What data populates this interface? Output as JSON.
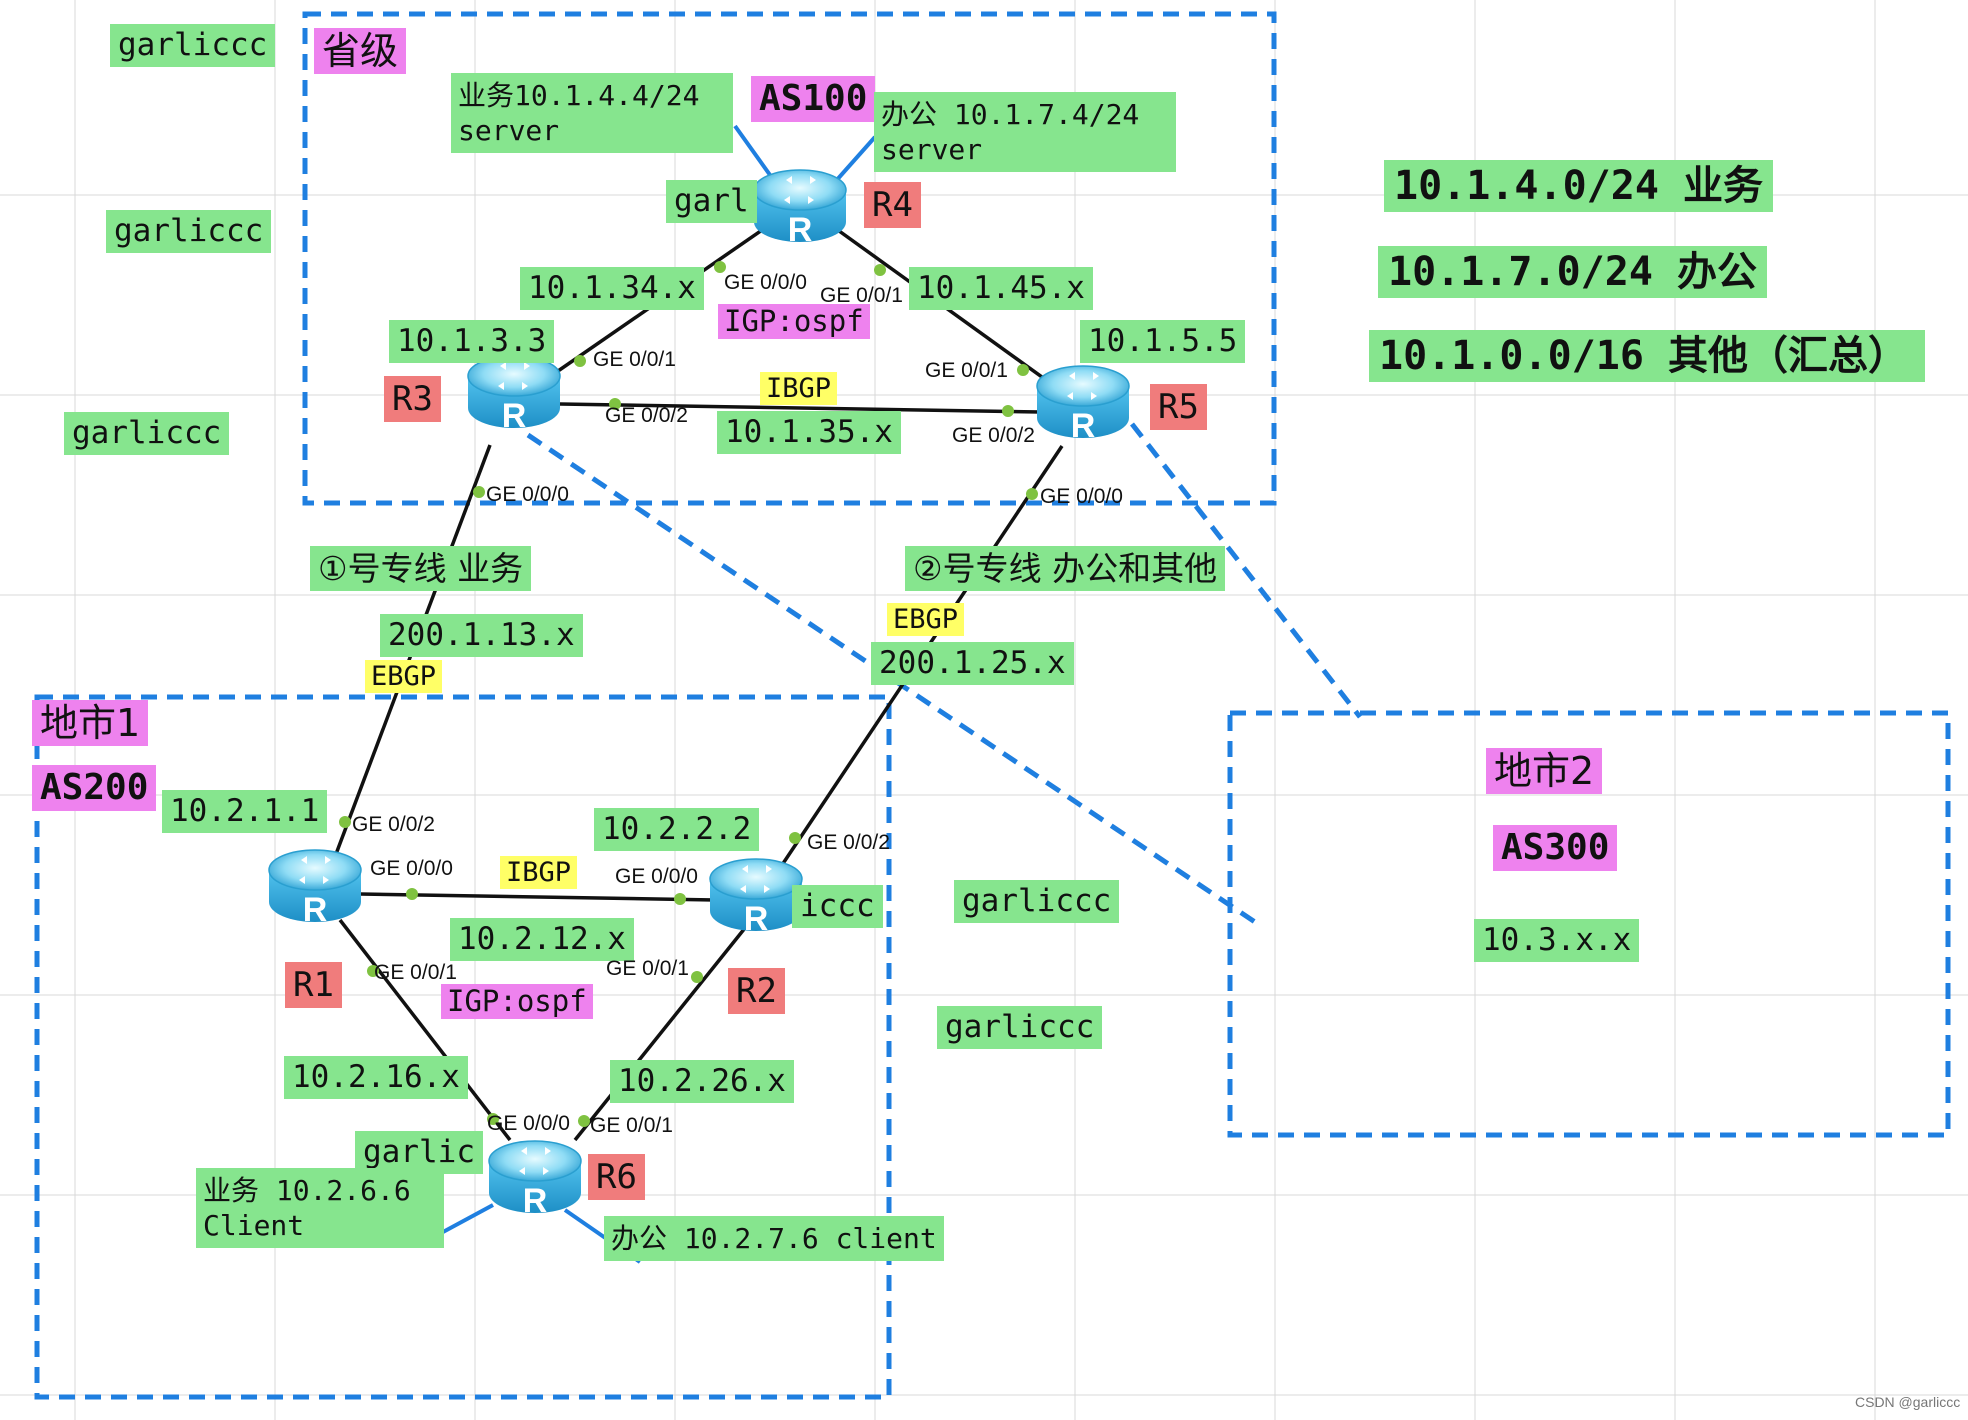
{
  "regions": {
    "province": "省级",
    "city1": "地市1",
    "city2": "地市2"
  },
  "as": {
    "as100": "AS100",
    "as200": "AS200",
    "as300": "AS300",
    "as300_net": "10.3.x.x"
  },
  "routers": {
    "r1": "R1",
    "r2": "R2",
    "r3": "R3",
    "r4": "R4",
    "r5": "R5",
    "r6": "R6"
  },
  "addresses": {
    "r3": "10.1.3.3",
    "r5": "10.1.5.5",
    "r1": "10.2.1.1",
    "r2": "10.2.2.2"
  },
  "links": {
    "l34": "10.1.34.x",
    "l45": "10.1.45.x",
    "l35": "10.1.35.x",
    "l13": "200.1.13.x",
    "l25": "200.1.25.x",
    "l12": "10.2.12.x",
    "l16": "10.2.16.x",
    "l26": "10.2.26.x"
  },
  "protocols": {
    "ibgp_top": "IBGP",
    "ibgp_bottom": "IBGP",
    "ebgp_left": "EBGP",
    "ebgp_right": "EBGP",
    "igp_top": "IGP:ospf",
    "igp_bottom": "IGP:ospf"
  },
  "lines_desc": {
    "line1": "①号专线  业务",
    "line2": "②号专线 办公和其他"
  },
  "servers": {
    "business_l1": "业务10.1.4.4/24",
    "business_l2": "server",
    "office_l1": "办公 10.1.7.4/24",
    "office_l2": "server"
  },
  "clients": {
    "business_l1": "业务 10.2.6.6",
    "business_l2": "Client",
    "office": "办公 10.2.7.6 client"
  },
  "routes": {
    "r1": "10.1.4.0/24 业务",
    "r2": "10.1.7.0/24 办公",
    "r3": "10.1.0.0/16 其他（汇总）"
  },
  "ports": {
    "r4_g000": "GE 0/0/0",
    "r4_g001": "GE 0/0/1",
    "r3_g001": "GE 0/0/1",
    "r3_g002": "GE 0/0/2",
    "r3_g000": "GE 0/0/0",
    "r5_g001": "GE 0/0/1",
    "r5_g002": "GE 0/0/2",
    "r5_g000": "GE 0/0/0",
    "r1_g002": "GE 0/0/2",
    "r1_g000": "GE 0/0/0",
    "r1_g001": "GE 0/0/1",
    "r2_g000": "GE 0/0/0",
    "r2_g002": "GE 0/0/2",
    "r2_g001": "GE 0/0/1",
    "r6_g000": "GE 0/0/0",
    "r6_g001": "GE 0/0/1"
  },
  "watermarks": {
    "w1": "garliccc",
    "w2": "garliccc",
    "w3": "garliccc",
    "w4": "garliccc",
    "w5": "garliccc",
    "w6": "garl",
    "w7": "iccc",
    "w8": "garlic"
  },
  "credit": "CSDN @garliccc",
  "colors": {
    "green_label": "#86e58e",
    "magenta_label": "#ee82ee",
    "red_label": "#f07c7c",
    "yellow_label": "#ffff66",
    "boundary": "#1f7fe0",
    "router": "#3cb6e6"
  }
}
